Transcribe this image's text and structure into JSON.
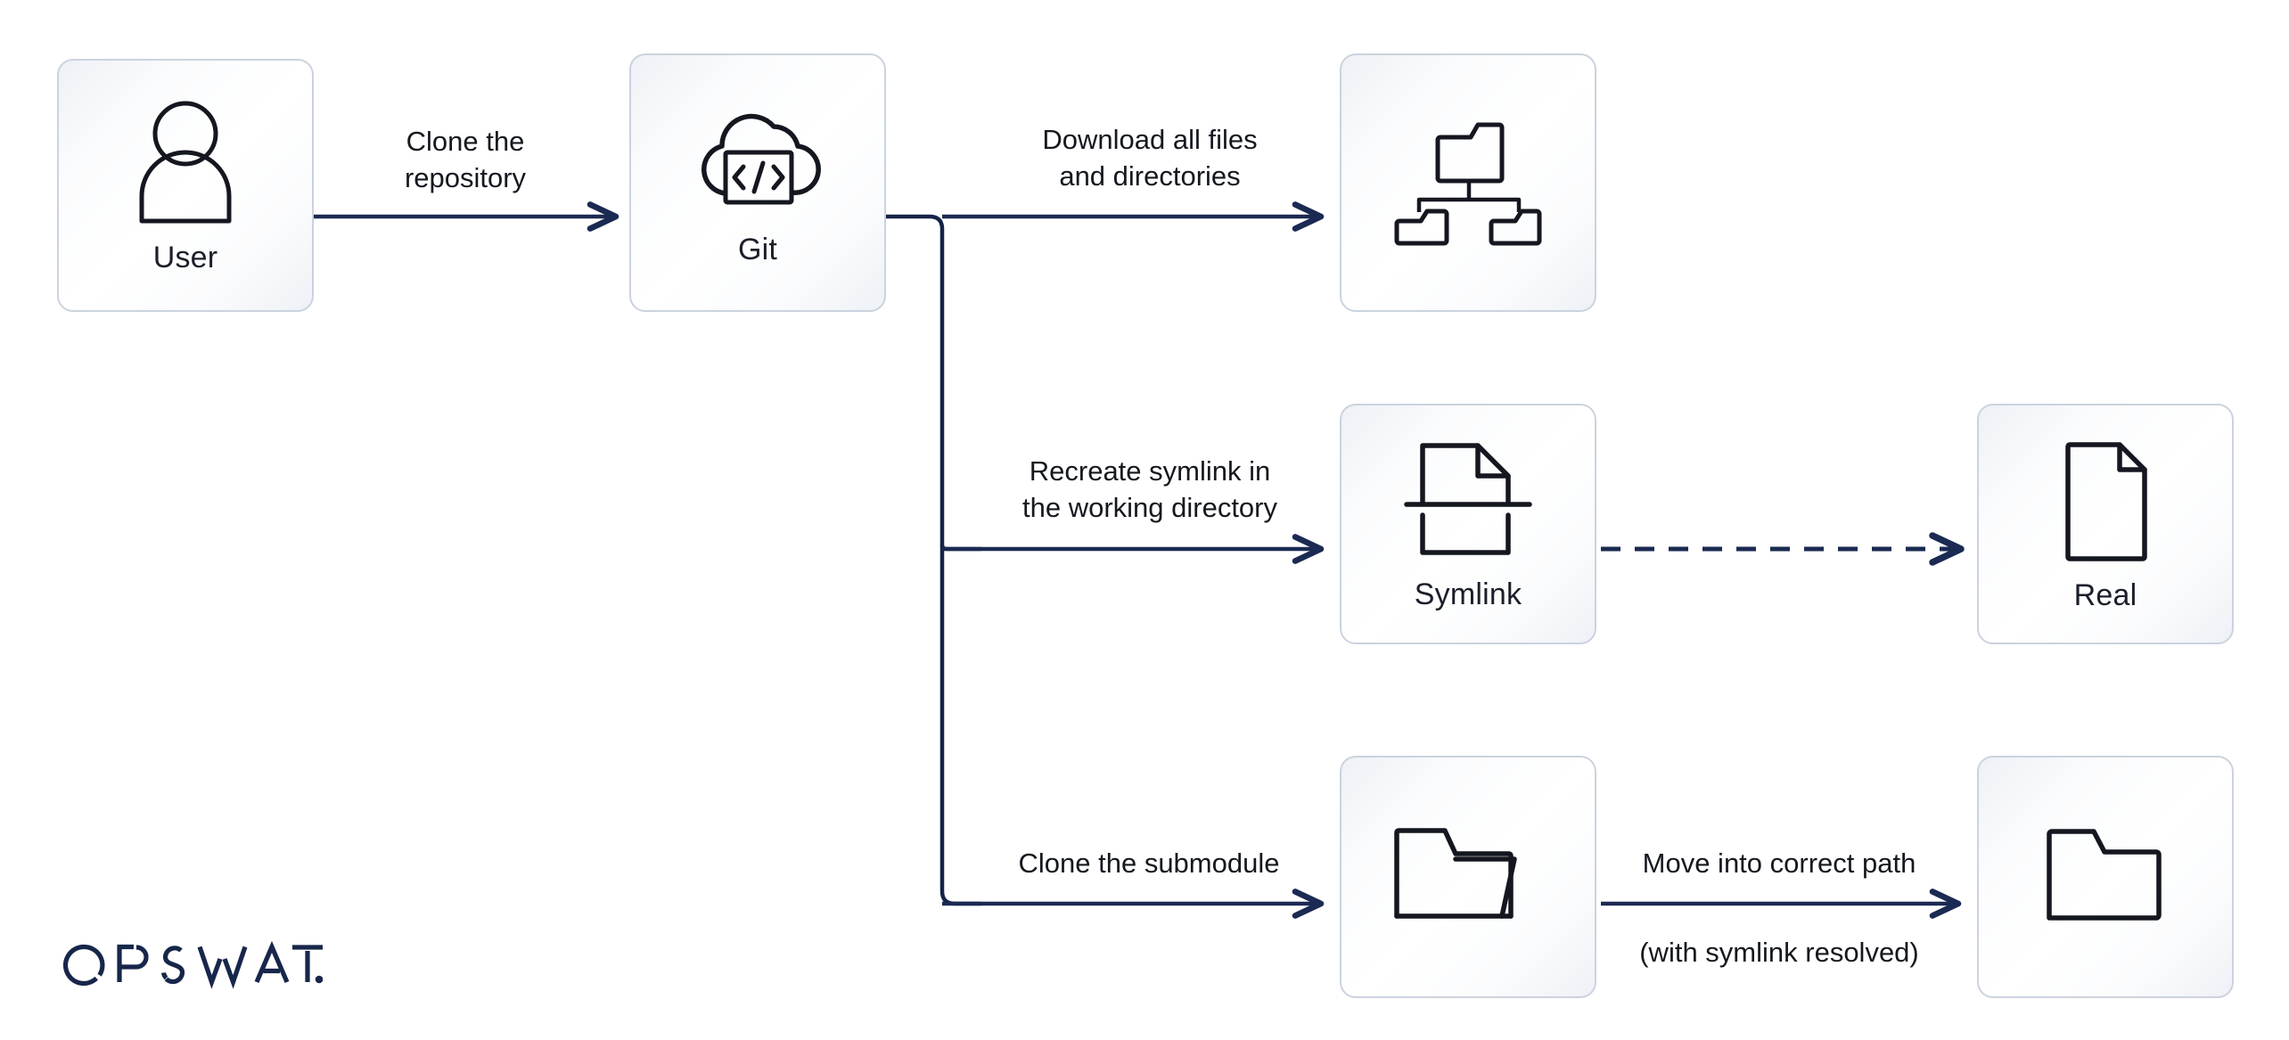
{
  "diagram": {
    "title": "Git clone flow with symlinked submodule",
    "background": "#ffffff",
    "colors": {
      "arrow": "#1b2a52",
      "connector": "#152348",
      "card_border": "#cbd3de",
      "icon_stroke": "#14171f",
      "label_text": "#15181f",
      "logo": "#17264a"
    }
  },
  "nodes": [
    {
      "id": "user",
      "label": "User",
      "icon": "person-icon"
    },
    {
      "id": "git",
      "label": "Git",
      "icon": "cloud-code-icon"
    },
    {
      "id": "tree",
      "label": "",
      "icon": "folder-tree-icon"
    },
    {
      "id": "symlink",
      "label": "Symlink",
      "icon": "symlink-file-icon"
    },
    {
      "id": "real",
      "label": "Real",
      "icon": "file-document-icon"
    },
    {
      "id": "submodule",
      "label": "",
      "icon": "open-folder-icon"
    },
    {
      "id": "target",
      "label": "",
      "icon": "closed-folder-icon"
    }
  ],
  "edges": [
    {
      "id": "e1",
      "from": "user",
      "to": "git",
      "label": "Clone the\nrepository",
      "style": "solid"
    },
    {
      "id": "e2",
      "from": "git",
      "to": "tree",
      "label": "Download all files\nand directories",
      "style": "solid"
    },
    {
      "id": "e3",
      "from": "git",
      "to": "symlink",
      "label": "Recreate symlink in\nthe working directory",
      "style": "solid"
    },
    {
      "id": "e4",
      "from": "git",
      "to": "submodule",
      "label": "Clone the submodule",
      "style": "solid"
    },
    {
      "id": "e5",
      "from": "symlink",
      "to": "real",
      "label": "",
      "style": "dashed"
    },
    {
      "id": "e6",
      "from": "submodule",
      "to": "target",
      "label": "Move into correct path",
      "sublabel": "(with symlink resolved)",
      "style": "solid"
    }
  ],
  "labels": {
    "clone_repository": "Clone the\nrepository",
    "download_all": "Download all files\nand directories",
    "recreate_symlink": "Recreate symlink in\nthe working directory",
    "clone_submodule": "Clone the submodule",
    "move_into_path": "Move into correct path",
    "with_symlink_resolved": "(with symlink resolved)"
  },
  "brand": {
    "name": "OPSWAT.",
    "letters": [
      "O",
      "P",
      "S",
      "W",
      "A",
      "T",
      "."
    ]
  }
}
